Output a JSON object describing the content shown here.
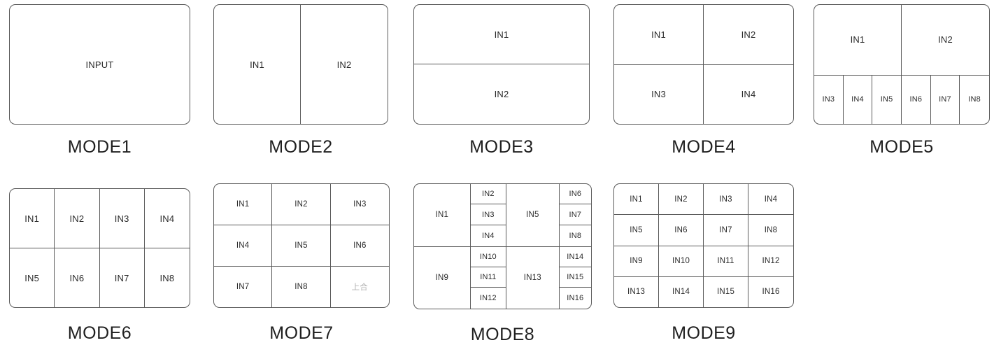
{
  "meta": {
    "accent_border": "#5a5a5a",
    "text_color": "#2b2b2b",
    "muted_color": "#b3b3b3",
    "background": "#ffffff"
  },
  "modes": [
    {
      "id": "mode-1",
      "label": "MODE1",
      "layout": "single",
      "panes": [
        "INPUT"
      ]
    },
    {
      "id": "mode-2",
      "label": "MODE2",
      "layout": "split-vertical-2",
      "panes": [
        "IN1",
        "IN2"
      ]
    },
    {
      "id": "mode-3",
      "label": "MODE3",
      "layout": "split-horizontal-2",
      "panes": [
        "IN1",
        "IN2"
      ]
    },
    {
      "id": "mode-4",
      "label": "MODE4",
      "layout": "grid-2x2",
      "panes": [
        "IN1",
        "IN2",
        "IN3",
        "IN4"
      ]
    },
    {
      "id": "mode-5",
      "label": "MODE5",
      "layout": "top-2-bottom-6",
      "top": [
        "IN1",
        "IN2"
      ],
      "bottom": [
        "IN3",
        "IN4",
        "IN5",
        "IN6",
        "IN7",
        "IN8"
      ]
    },
    {
      "id": "mode-6",
      "label": "MODE6",
      "layout": "grid-4x2",
      "rows": [
        [
          "IN1",
          "IN2",
          "IN3",
          "IN4"
        ],
        [
          "IN5",
          "IN6",
          "IN7",
          "IN8"
        ]
      ]
    },
    {
      "id": "mode-7",
      "label": "MODE7",
      "layout": "grid-3x3",
      "rows": [
        [
          "IN1",
          "IN2",
          "IN3"
        ],
        [
          "IN4",
          "IN5",
          "IN6"
        ],
        [
          "IN7",
          "IN8",
          "上合"
        ]
      ]
    },
    {
      "id": "mode-8",
      "label": "MODE8",
      "layout": "pip-2rows",
      "rows": [
        {
          "main_left": "IN1",
          "stack_left": [
            "IN2",
            "IN3",
            "IN4"
          ],
          "main_right": "IN5",
          "stack_right": [
            "IN6",
            "IN7",
            "IN8"
          ]
        },
        {
          "main_left": "IN9",
          "stack_left": [
            "IN10",
            "IN11",
            "IN12"
          ],
          "main_right": "IN13",
          "stack_right": [
            "IN14",
            "IN15",
            "IN16"
          ]
        }
      ]
    },
    {
      "id": "mode-9",
      "label": "MODE9",
      "layout": "grid-4x4",
      "rows": [
        [
          "IN1",
          "IN2",
          "IN3",
          "IN4"
        ],
        [
          "IN5",
          "IN6",
          "IN7",
          "IN8"
        ],
        [
          "IN9",
          "IN10",
          "IN11",
          "IN12"
        ],
        [
          "IN13",
          "IN14",
          "IN15",
          "IN16"
        ]
      ]
    }
  ]
}
